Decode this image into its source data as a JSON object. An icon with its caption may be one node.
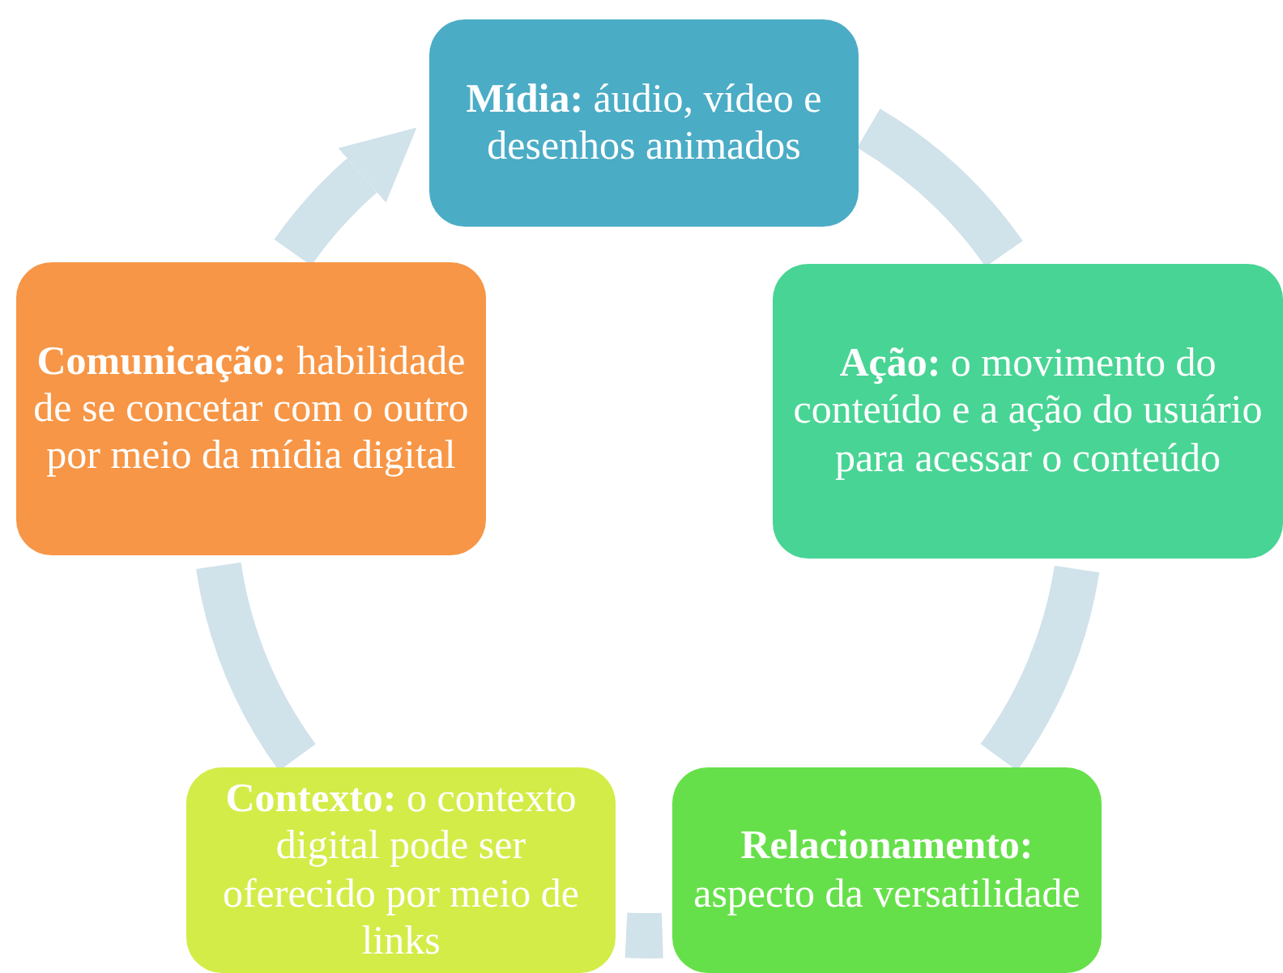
{
  "diagram": {
    "nodes": [
      {
        "text": [
          "**Mídia:** áudio, vídeo e desenhos animados"
        ]
      },
      {
        "text": [
          "**Ação:**  o movimento do conteúdo e a ação do usuário para acessar o conteúdo"
        ]
      },
      {
        "text": [
          "**Relacionamento:** aspecto da versatilidade"
        ]
      },
      {
        "text": [
          "**Contexto:** o contexto digital pode ser oferecido por meio de links"
        ]
      },
      {
        "text": [
          "**Comunicação:** habilidade de se concetar com o outro por meio da mídia digital"
        ]
      }
    ],
    "edges": [
      {
        "from": 0,
        "to": 1,
        "arrow": "none"
      },
      {
        "from": 1,
        "to": 2,
        "arrow": "none"
      },
      {
        "from": 2,
        "to": 3,
        "arrow": "none"
      },
      {
        "from": 3,
        "to": 4,
        "arrow": "none"
      },
      {
        "from": 4,
        "to": 0,
        "arrow": "to"
      }
    ]
  }
}
